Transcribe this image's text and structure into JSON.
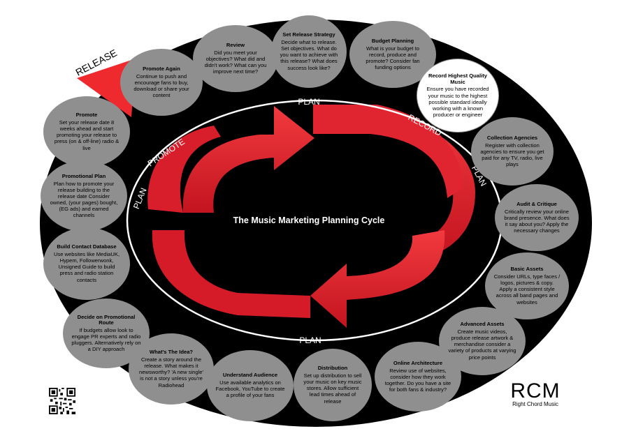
{
  "diagram": {
    "center_title": "The Music Marketing Planning Cycle",
    "ring_labels": {
      "plan_top": "PLAN",
      "record": "RECORD",
      "plan_right": "PLAN",
      "plan_bottom": "PLAN",
      "promote": "PROMOTE",
      "plan_left": "PLAN"
    },
    "release_label": "RELEASE",
    "colors": {
      "arrow": "#e21d2b",
      "arrow_dark": "#9e1018",
      "bubble": "#8f8f8f",
      "background": "#000000",
      "ring": "#ffffff"
    },
    "nodes": [
      {
        "title": "Review",
        "text": "Did you meet your objectives? What did and didn't work? What can you improve next time?"
      },
      {
        "title": "Set Release Strategy",
        "text": "Decide what to release. Set objectives. What do you want to achieve with this release? What does success look like?"
      },
      {
        "title": "Budget Planning",
        "text": "What is your budget to record, produce and promote? Consider fan funding options"
      },
      {
        "title": "Record Highest Quality Music",
        "text": "Ensure you have recorded your music to the highest possible standard ideally working with a known producer or engineer"
      },
      {
        "title": "Collection Agencies",
        "text": "Register with collection agencies to ensure you get paid for any TV, radio, live plays"
      },
      {
        "title": "Audit & Critique",
        "text": "Critically review your online brand presence. What does it say about you? Apply the necessary changes"
      },
      {
        "title": "Basic Assets",
        "text": "Consider URLs, type faces / logos, pictures & copy. Apply a consistent style across all band pages and websites"
      },
      {
        "title": "Advanced Assets",
        "text": "Create music videos, produce release artwork & merchandise consider a variety of products at varying price points"
      },
      {
        "title": "Online Architecture",
        "text": "Review use of websites, consider how they work together. Do you have a site for both fans & industry?"
      },
      {
        "title": "Distribution",
        "text": "Set up distribution to sell your music on key music stores. Allow sufficient lead times ahead of release"
      },
      {
        "title": "Understand Audience",
        "text": "Use available analytics on Facebook, YouTube to create a profile of your fans"
      },
      {
        "title": "What's The Idea?",
        "text": "Create a story around the release. What makes it newsworthy? 'A new single' is not a story unless you're Radiohead"
      },
      {
        "title": "Decide on Promotional Route",
        "text": "If budgets allow look to engage PR experts and radio pluggers. Alternatively rely on a DIY approach"
      },
      {
        "title": "Build Contact Database",
        "text": "Use websites like MediaUK, Hypem, Followerwonk, Unsigned Guide to build press and radio station contacts"
      },
      {
        "title": "Promotional Plan",
        "text": "Plan how to promote your release building to the release date Consider owned, (your pages) bought, (EG ads) and earned channels"
      },
      {
        "title": "Promote",
        "text": "Set your release date 8 weeks ahead and start promoting your release to press (on & off-line) radio & live"
      },
      {
        "title": "Promote Again",
        "text": "Continue to push and encourage fans to buy, download or share your content"
      }
    ]
  },
  "brand": {
    "logo": "RCM",
    "name": "Right Chord Music"
  },
  "qr_icon": "qr-code-icon"
}
